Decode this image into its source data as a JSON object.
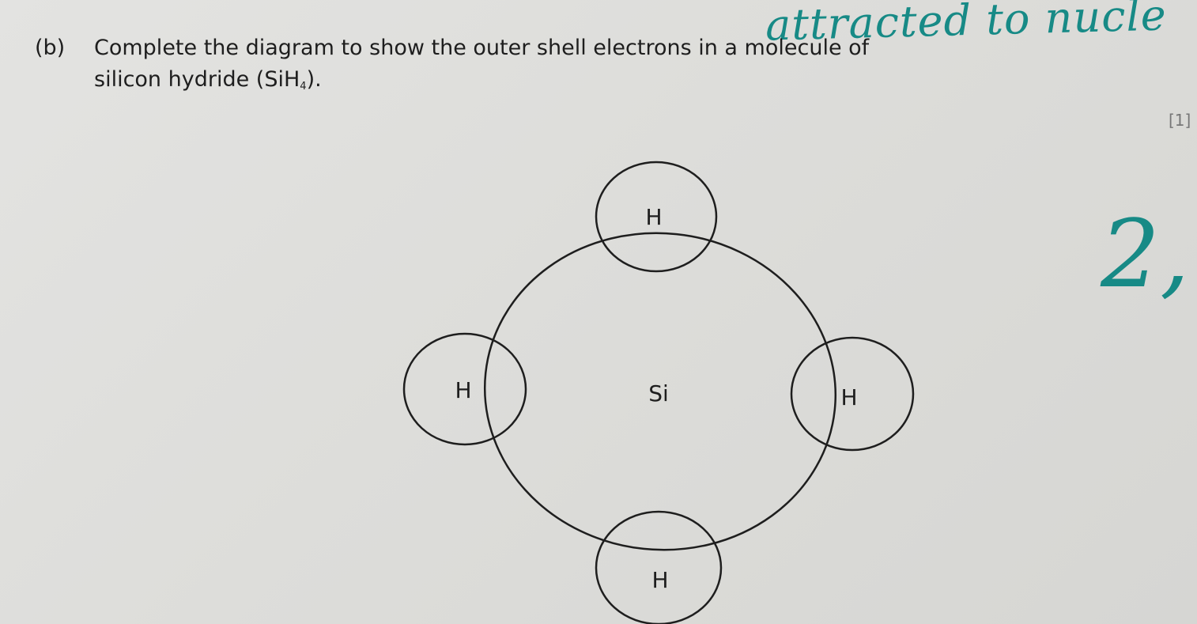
{
  "annotation": {
    "handwritten_note": "attracted to nucle",
    "handwritten_mark": "2,"
  },
  "question": {
    "part": "(b)",
    "line1": "Complete the diagram to show the outer shell electrons in a molecule of",
    "line2_text": "silicon hydride (SiH",
    "line2_subscript": "4",
    "line2_end": ").",
    "marks": "[1]"
  },
  "diagram": {
    "central_atom": "Si",
    "outer_atoms": [
      {
        "label": "H"
      },
      {
        "label": "H"
      },
      {
        "label": "H"
      },
      {
        "label": "H"
      }
    ]
  }
}
